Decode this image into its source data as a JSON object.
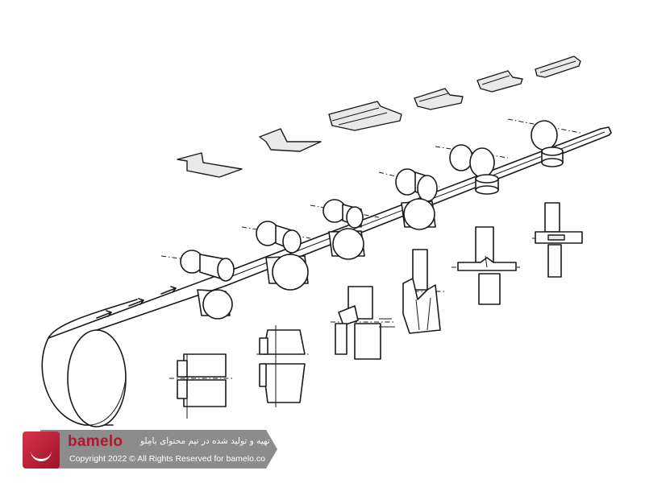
{
  "watermark": {
    "brand": "bamelo",
    "persian_line": "تهیه و تولید شده در تیم محتوای بامِلو",
    "copyright": "Copyright 2022 © All Rights Reserved for bamelo.co",
    "logo_color": "#c4213a",
    "banner_color": "#8c8c8c",
    "logo_icon": "smile-arrow-icon"
  }
}
